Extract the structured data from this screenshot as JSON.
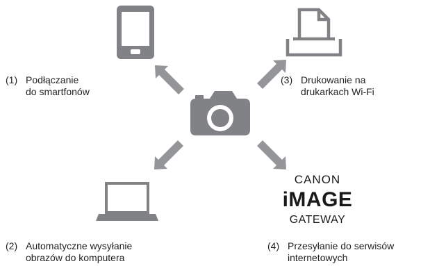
{
  "colors": {
    "icon_gray": "#808285",
    "arrow_gray": "#939598",
    "text": "#231f20",
    "logo": "#1a1a1a"
  },
  "center": {
    "icon": "camera-icon"
  },
  "items": [
    {
      "number": "(1)",
      "line1": "Podłączanie",
      "line2": "do smartfonów",
      "icon": "smartphone-icon"
    },
    {
      "number": "(2)",
      "line1": "Automatyczne wysyłanie",
      "line2": "obrazów do komputera",
      "icon": "laptop-icon"
    },
    {
      "number": "(3)",
      "line1": "Drukowanie na",
      "line2": "drukarkach Wi-Fi",
      "icon": "printer-icon"
    },
    {
      "number": "(4)",
      "line1": "Przesyłanie do serwisów",
      "line2": "internetowych",
      "icon": "canon-image-gateway-logo"
    }
  ],
  "logo": {
    "top": "CANON",
    "middle": "iMAGE",
    "bottom": "GATEWAY"
  }
}
